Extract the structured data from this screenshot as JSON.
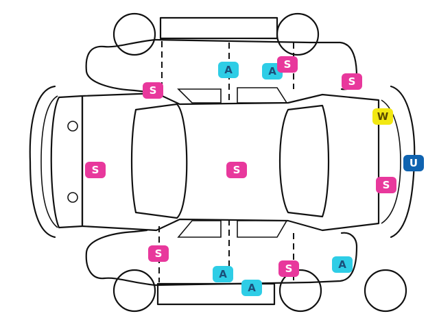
{
  "colors": {
    "S": "#e8389c",
    "A": "#2ecde6",
    "W": "#f2e812",
    "U": "#0f63b0"
  },
  "text_colors": {
    "S": "#ffffff",
    "A": "#1b4f7a",
    "W": "#5a4a00",
    "U": "#ffffff"
  },
  "markers": [
    {
      "label": "A"
    },
    {
      "label": "A"
    },
    {
      "label": "S"
    },
    {
      "label": "S"
    },
    {
      "label": "S"
    },
    {
      "label": "W"
    },
    {
      "label": "U"
    },
    {
      "label": "S"
    },
    {
      "label": "S"
    },
    {
      "label": "S"
    },
    {
      "label": "S"
    },
    {
      "label": "S"
    },
    {
      "label": "A"
    },
    {
      "label": "A"
    },
    {
      "label": "A"
    }
  ]
}
